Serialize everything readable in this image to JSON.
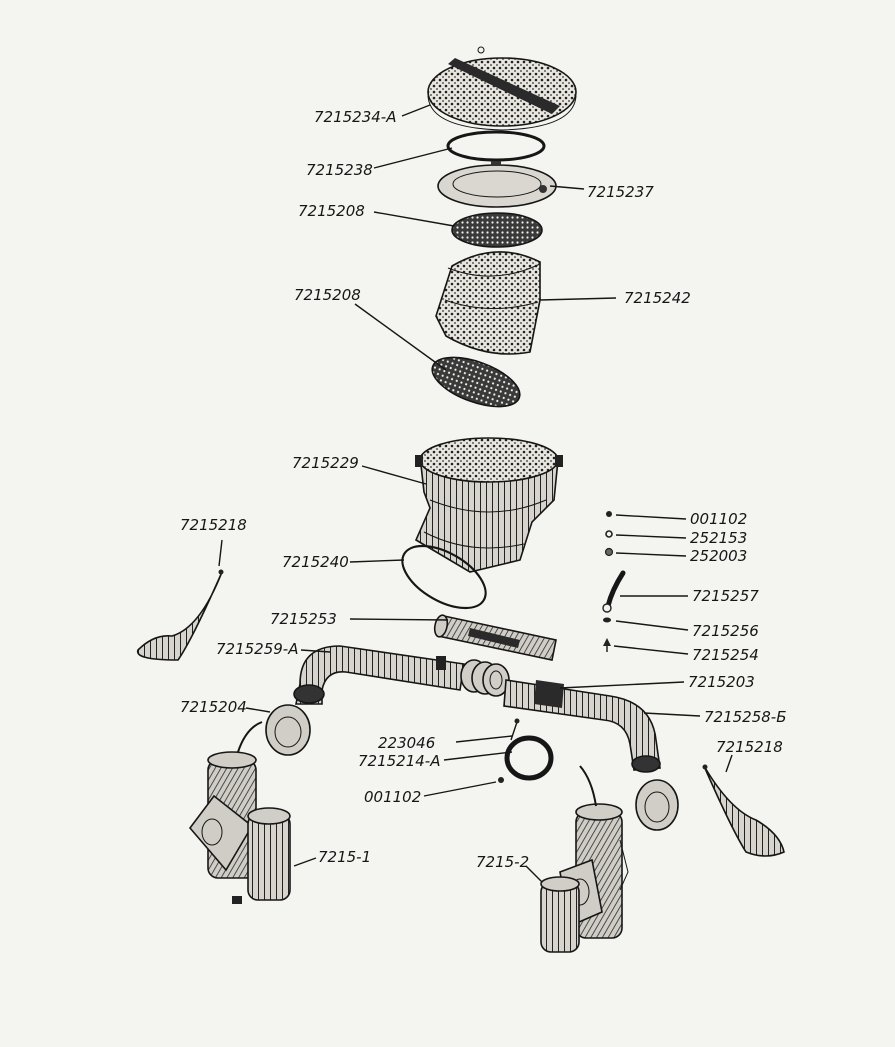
{
  "figure": {
    "labels": {
      "cover": "7215234-A",
      "ring": "7215238",
      "plate": "7215237",
      "mesh_top": "7215208",
      "foam": "7215242",
      "mesh_bottom": "7215208",
      "housing": "7215229",
      "gasket": "7215240",
      "air_tube": "7215253",
      "pipe_left": "7215259-A",
      "pipe_right": "7215258-Б",
      "connector": "7215203",
      "flange_left": "7215204",
      "clamp": "223046",
      "clamp_band": "7215214-A",
      "screw_bottom": "001102",
      "screw_top": "001102",
      "washer_1": "252153",
      "washer_2": "252003",
      "rod": "7215257",
      "nut": "7215256",
      "bolt": "7215254",
      "bracket_left": "7215218",
      "bracket_right": "7215218",
      "carb_left": "7215-1",
      "carb_right": "7215-2"
    }
  }
}
